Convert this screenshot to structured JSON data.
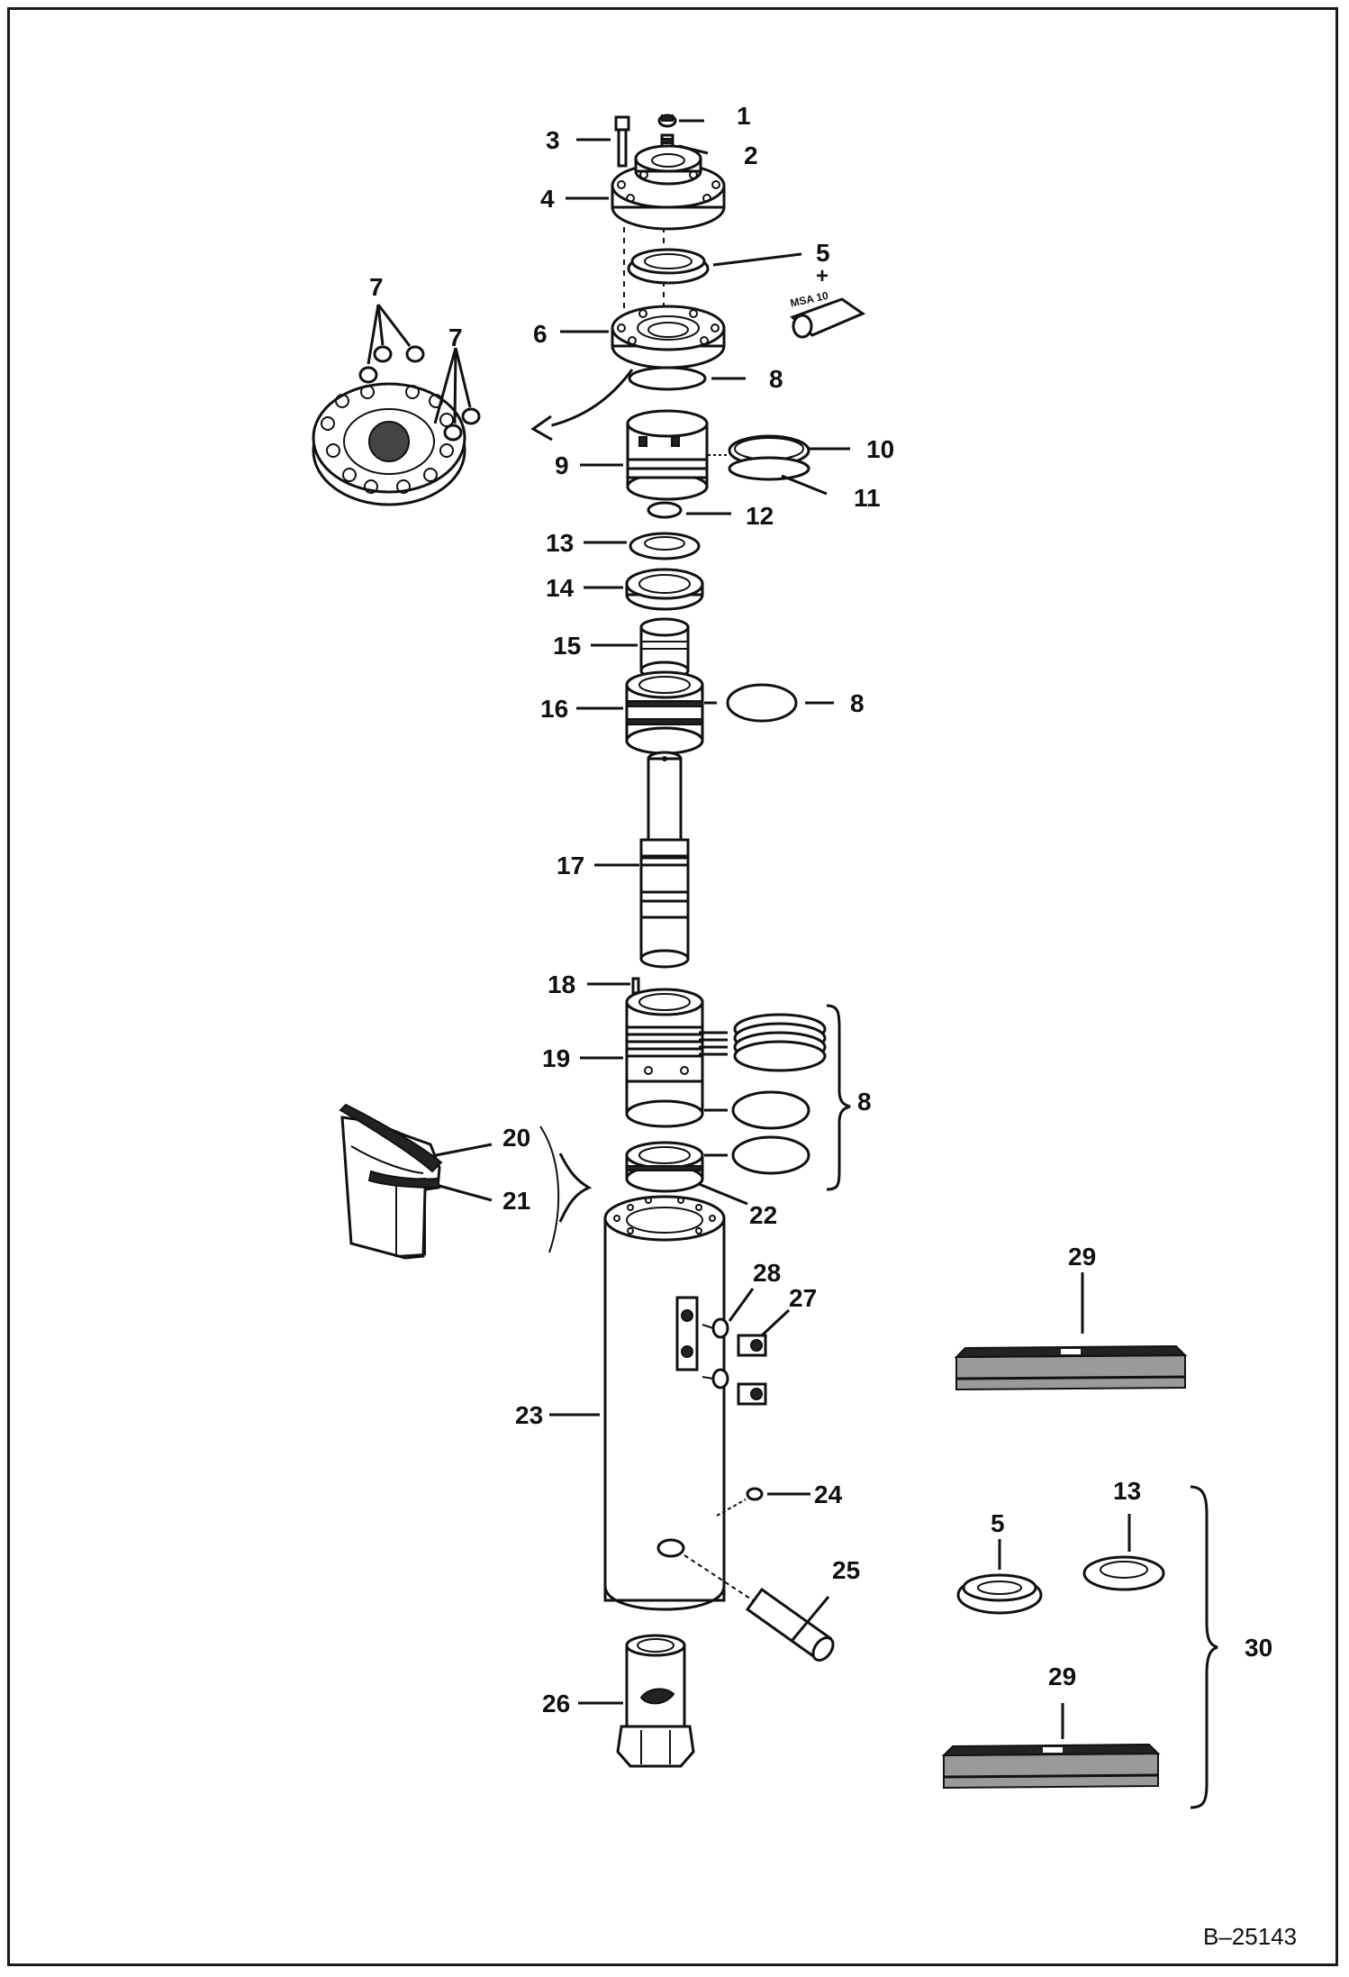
{
  "diagram": {
    "labels": {
      "l1": "1",
      "l2": "2",
      "l3": "3",
      "l4": "4",
      "l5": "5",
      "l6": "6",
      "l7a": "7",
      "l7b": "7",
      "l8a": "8",
      "l8b": "8",
      "l8c": "8",
      "l9": "9",
      "l10": "10",
      "l11": "11",
      "l12": "12",
      "l13": "13",
      "l14": "14",
      "l15": "15",
      "l16": "16",
      "l17": "17",
      "l18": "18",
      "l19": "19",
      "l20": "20",
      "l21": "21",
      "l22": "22",
      "l23": "23",
      "l24": "24",
      "l25": "25",
      "l26": "26",
      "l27": "27",
      "l28": "28",
      "l29a": "29",
      "l29b": "29",
      "l30": "30",
      "l5b": "5",
      "l13b": "13"
    },
    "plus_sign": "+",
    "tube_label": "MSA 10",
    "document_id": "B–25143"
  }
}
